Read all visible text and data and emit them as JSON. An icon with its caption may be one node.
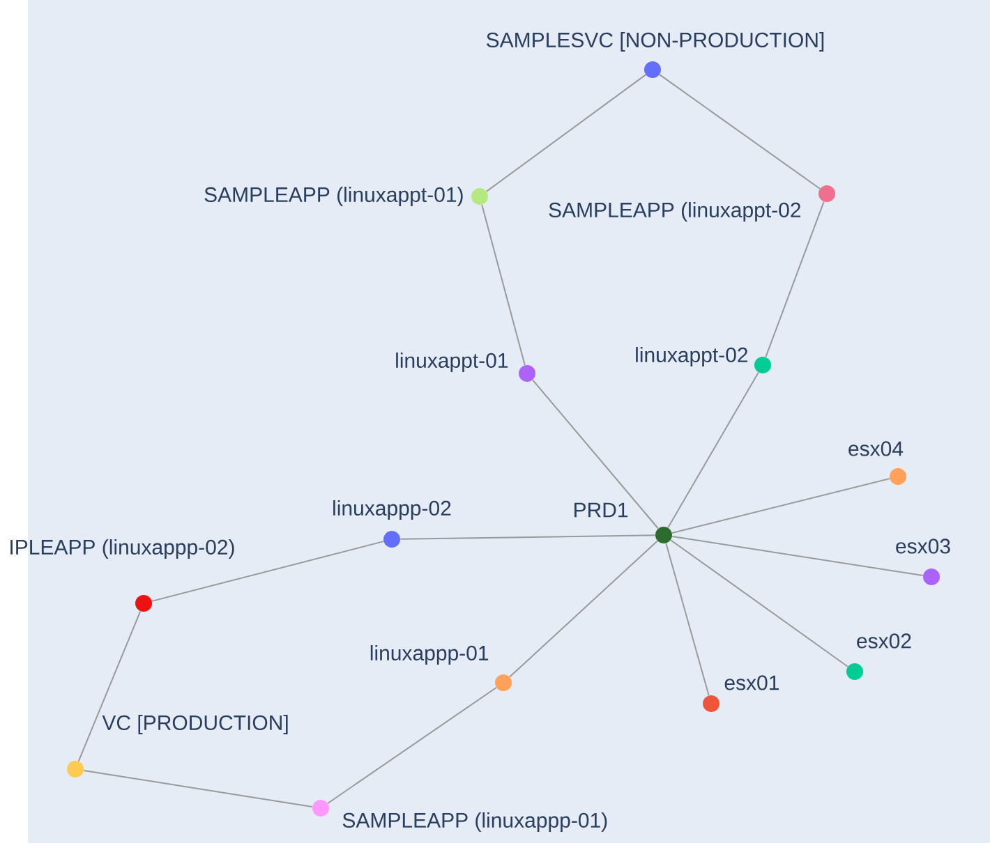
{
  "diagram": {
    "nodes": [
      {
        "text": [
          "SAMPLESVC [NON-PRODUCTION]"
        ]
      },
      {
        "text": [
          "SAMPLEAPP (linuxappt-01)"
        ]
      },
      {
        "text": [
          "SAMPLEAPP (linuxappt-02"
        ]
      },
      {
        "text": [
          "linuxappt-01"
        ]
      },
      {
        "text": [
          "linuxappt-02"
        ]
      },
      {
        "text": [
          "PRD1"
        ]
      },
      {
        "text": [
          "esx04"
        ]
      },
      {
        "text": [
          "esx03"
        ]
      },
      {
        "text": [
          "linuxappp-02"
        ]
      },
      {
        "text": [
          "IPLEAPP (linuxappp-02)"
        ]
      },
      {
        "text": [
          "esx02"
        ]
      },
      {
        "text": [
          "linuxappp-01"
        ]
      },
      {
        "text": [
          "esx01"
        ]
      },
      {
        "text": [
          "VC [PRODUCTION]"
        ]
      },
      {
        "text": [
          "SAMPLEAPP (linuxappp-01)"
        ]
      }
    ],
    "edges": [
      {
        "from": 0,
        "to": 1,
        "arrow": "none"
      },
      {
        "from": 0,
        "to": 2,
        "arrow": "none"
      },
      {
        "from": 1,
        "to": 3,
        "arrow": "none"
      },
      {
        "from": 2,
        "to": 4,
        "arrow": "none"
      },
      {
        "from": 3,
        "to": 5,
        "arrow": "none"
      },
      {
        "from": 4,
        "to": 5,
        "arrow": "none"
      },
      {
        "from": 5,
        "to": 6,
        "arrow": "none"
      },
      {
        "from": 5,
        "to": 7,
        "arrow": "none"
      },
      {
        "from": 5,
        "to": 8,
        "arrow": "none"
      },
      {
        "from": 5,
        "to": 10,
        "arrow": "none"
      },
      {
        "from": 5,
        "to": 11,
        "arrow": "none"
      },
      {
        "from": 5,
        "to": 12,
        "arrow": "none"
      },
      {
        "from": 8,
        "to": 9,
        "arrow": "none"
      },
      {
        "from": 9,
        "to": 13,
        "arrow": "none"
      },
      {
        "from": 13,
        "to": 14,
        "arrow": "none"
      },
      {
        "from": 14,
        "to": 11,
        "arrow": "none"
      }
    ]
  }
}
